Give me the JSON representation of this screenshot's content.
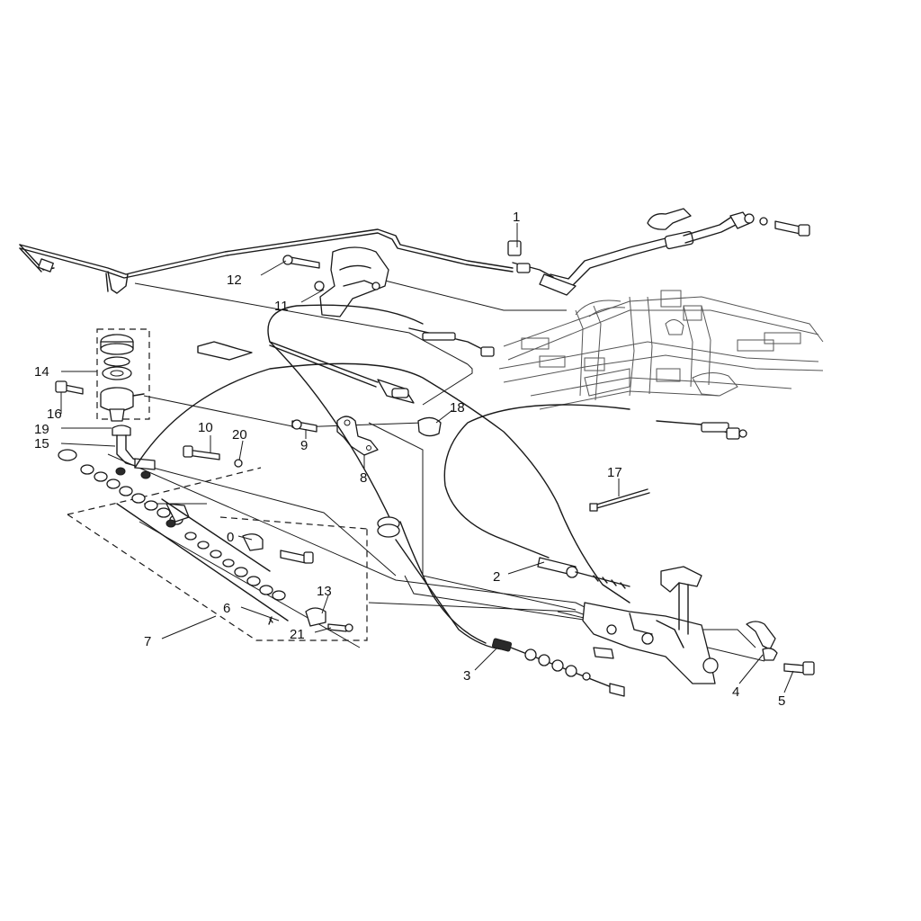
{
  "callouts": [
    "1",
    "2",
    "3",
    "4",
    "5",
    "6",
    "7",
    "8",
    "9",
    "10",
    "11",
    "12",
    "13",
    "14",
    "15",
    "16",
    "17",
    "18",
    "19",
    "20",
    "21",
    "0"
  ],
  "colors": {
    "ink": "#1a1a1a",
    "background": "#ffffff"
  }
}
